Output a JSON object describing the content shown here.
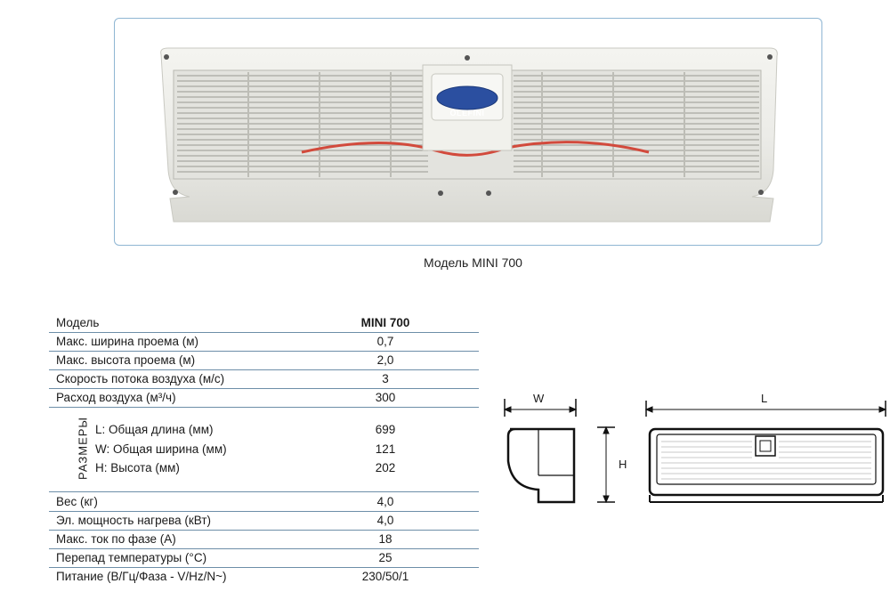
{
  "photo": {
    "caption": "Модель  MINI 700",
    "logo_text": "OLEFINI"
  },
  "table": {
    "header": {
      "label": "Модель",
      "value": "MINI 700"
    },
    "rows_top": [
      {
        "label": "Макс. ширина проема (м)",
        "value": "0,7"
      },
      {
        "label": "Макс. высота проема (м)",
        "value": "2,0"
      },
      {
        "label": "Скорость потока воздуха (м/с)",
        "value": "3"
      },
      {
        "label": "Расход воздуха (м³/ч)",
        "value": "300"
      }
    ],
    "dimensions": {
      "side_label": "РАЗМЕРЫ",
      "items": [
        {
          "label": "L:  Общая длина  (мм)",
          "value": "699"
        },
        {
          "label": "W: Общая ширина  (мм)",
          "value": "121"
        },
        {
          "label": "H:  Высота    (мм)",
          "value": "202"
        }
      ]
    },
    "rows_bottom": [
      {
        "label": "Вес  (кг)",
        "value": "4,0"
      },
      {
        "label": "Эл. мощность нагрева (кВт)",
        "value": "4,0"
      },
      {
        "label": "Макс. ток по фазе (А)",
        "value": "18"
      },
      {
        "label": "Перепад температуры (°С)",
        "value": "25"
      },
      {
        "label": "Питание  (В/Гц/Фаза - V/Hz/N~)",
        "value": "230/50/1"
      }
    ]
  },
  "diagram": {
    "width_label": "W",
    "length_label": "L",
    "height_label": "H"
  }
}
